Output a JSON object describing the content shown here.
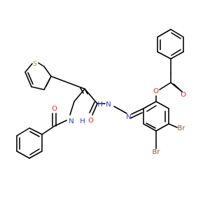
{
  "molecule": {
    "atom_labels": {
      "thiophene_sulfur": "S",
      "amide_nitrogen": "N",
      "amide_hydrogen": "H",
      "benzamide_oxygen": "O",
      "hydrazide_oxygen": "O",
      "hydrazide_nh_nitrogen": "N",
      "hydrazide_nh_hydrogen": "H",
      "imine_nitrogen": "N",
      "ester_oxygen": "O",
      "ester_carbonyl_oxygen": "O",
      "bromine_ortho": "Br",
      "bromine_para": "Br"
    },
    "colors": {
      "bond": "#000000",
      "sulfur": "#b8a000",
      "nitrogen": "#2b3cc8",
      "oxygen": "#e0201c",
      "bromine": "#a0522d"
    }
  }
}
